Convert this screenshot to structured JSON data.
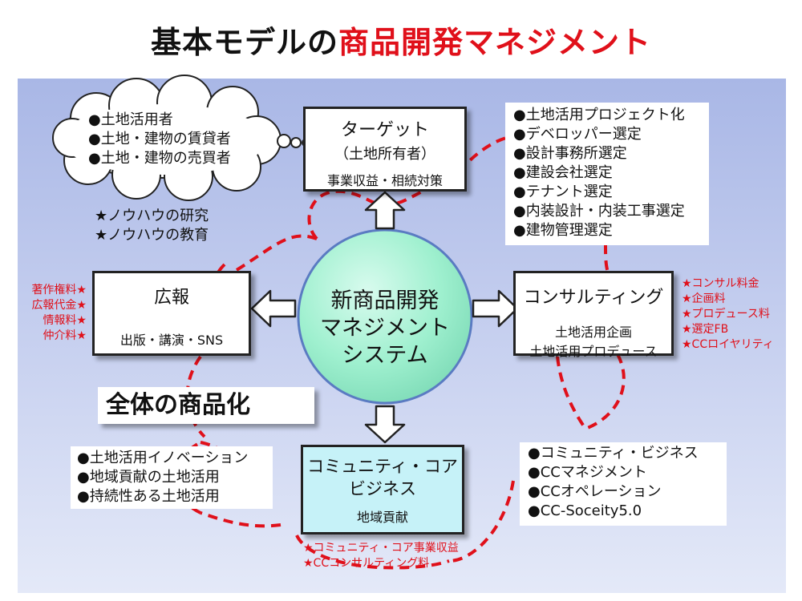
{
  "title": {
    "part1": "基本モデルの",
    "part2": "商品開発マネジメント"
  },
  "cloud_items": [
    "●土地活用者",
    "●土地・建物の賃貸者",
    "●土地・建物の売買者"
  ],
  "knowhow_items": [
    "★ノウハウの研究",
    "★ノウハウの教育"
  ],
  "target": {
    "title": "ターゲット",
    "subtitle": "（土地所有者）",
    "note": "事業収益・相続対策"
  },
  "consulting_list": [
    "●土地活用プロジェクト化",
    "●デベロッパー選定",
    "●設計事務所選定",
    "●建設会社選定",
    "●テナント選定",
    "●内装設計・内装工事選定",
    "●建物管理選定"
  ],
  "pr": {
    "title": "広報",
    "note": "出版・講演・SNS"
  },
  "pr_fees": [
    "著作権料★",
    "広報代金★",
    "情報料★",
    "仲介料★"
  ],
  "center": {
    "line1": "新商品開発",
    "line2": "マネジメント",
    "line3": "システム"
  },
  "consulting": {
    "title": "コンサルティング",
    "note1": "土地活用企画",
    "note2": "土地活用プロデュース"
  },
  "consulting_fees": [
    "★コンサル料金",
    "★企画料",
    "★プロデュース料",
    "★選定FB",
    "★CCロイヤリティ"
  ],
  "whole_label": "全体の商品化",
  "innovation_list": [
    "●土地活用イノベーション",
    "●地域貢献の土地活用",
    "●持続性ある土地活用"
  ],
  "community": {
    "title1": "コミュニティ・コア",
    "title2": "ビジネス",
    "note": "地域貢献"
  },
  "community_fees": [
    "★コミュニティ・コア事業収益",
    "★CCコンサルティング料"
  ],
  "cc_list": [
    "●コミュニティ・ビジネス",
    "●CCマネジメント",
    "●CCオペレーション",
    "●CC-Soceity5.0"
  ],
  "colors": {
    "accent_red": "#e0101a",
    "center_circle": "#9ff0cf",
    "community_box": "#c6f2f8",
    "dash_red": "#e0101a"
  }
}
